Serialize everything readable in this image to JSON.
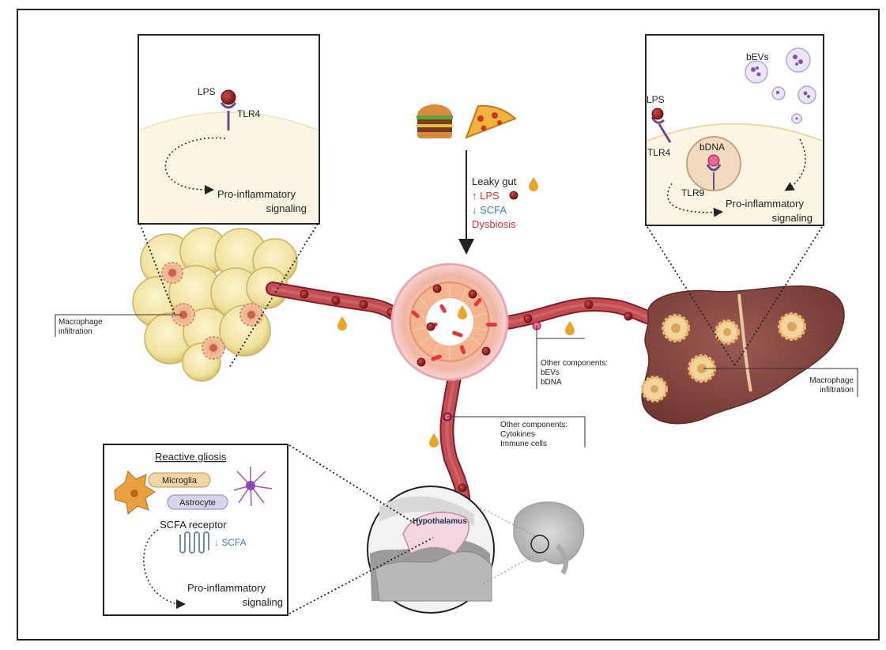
{
  "adipose_inset": {
    "lps_label": "LPS",
    "tlr4_label": "TLR4",
    "signaling_line1": "Pro-inflammatory",
    "signaling_line2": "signaling"
  },
  "adipose": {
    "macrophage_label_line1": "Macrophage",
    "macrophage_label_line2": "infiltration"
  },
  "gut": {
    "leaky_gut_label": "Leaky gut",
    "lps_label": "↑ LPS",
    "scfa_label": "↓ SCFA",
    "dysbiosis_label": "Dysbiosis",
    "components_title": "Other components:",
    "components_items": [
      "bEVs",
      "bDNA"
    ]
  },
  "circulation": {
    "components_title": "Other components:",
    "components_items": [
      "Cytokines",
      "Immune cells"
    ]
  },
  "liver_inset": {
    "bevs_label": "bEVs",
    "lps_label": "LPS",
    "tlr4_label": "TLR4",
    "bdna_label": "bDNA",
    "tlr9_label": "TLR9",
    "signaling_line1": "Pro-inflammatory",
    "signaling_line2": "signaling"
  },
  "liver": {
    "macrophage_label_line1": "Macrophage",
    "macrophage_label_line2": "infiltration"
  },
  "brain_inset": {
    "title": "Reactive gliosis",
    "microglia_label": "Microglia",
    "astrocyte_label": "Astrocyte",
    "receptor_label": "SCFA receptor",
    "scfa_label": "↓ SCFA",
    "signaling_line1": "Pro-inflammatory",
    "signaling_line2": "signaling"
  },
  "brain": {
    "hypothalamus_label": "Hypothalamus"
  },
  "colors": {
    "vessel": "#b8444c",
    "lps": "#8e1b1e",
    "receptor": "#6b4a8a",
    "scfa_blue": "#3e7fb5",
    "red_text": "#d0323a",
    "liver": "#8a4a45",
    "droplet": "#e8a624"
  }
}
